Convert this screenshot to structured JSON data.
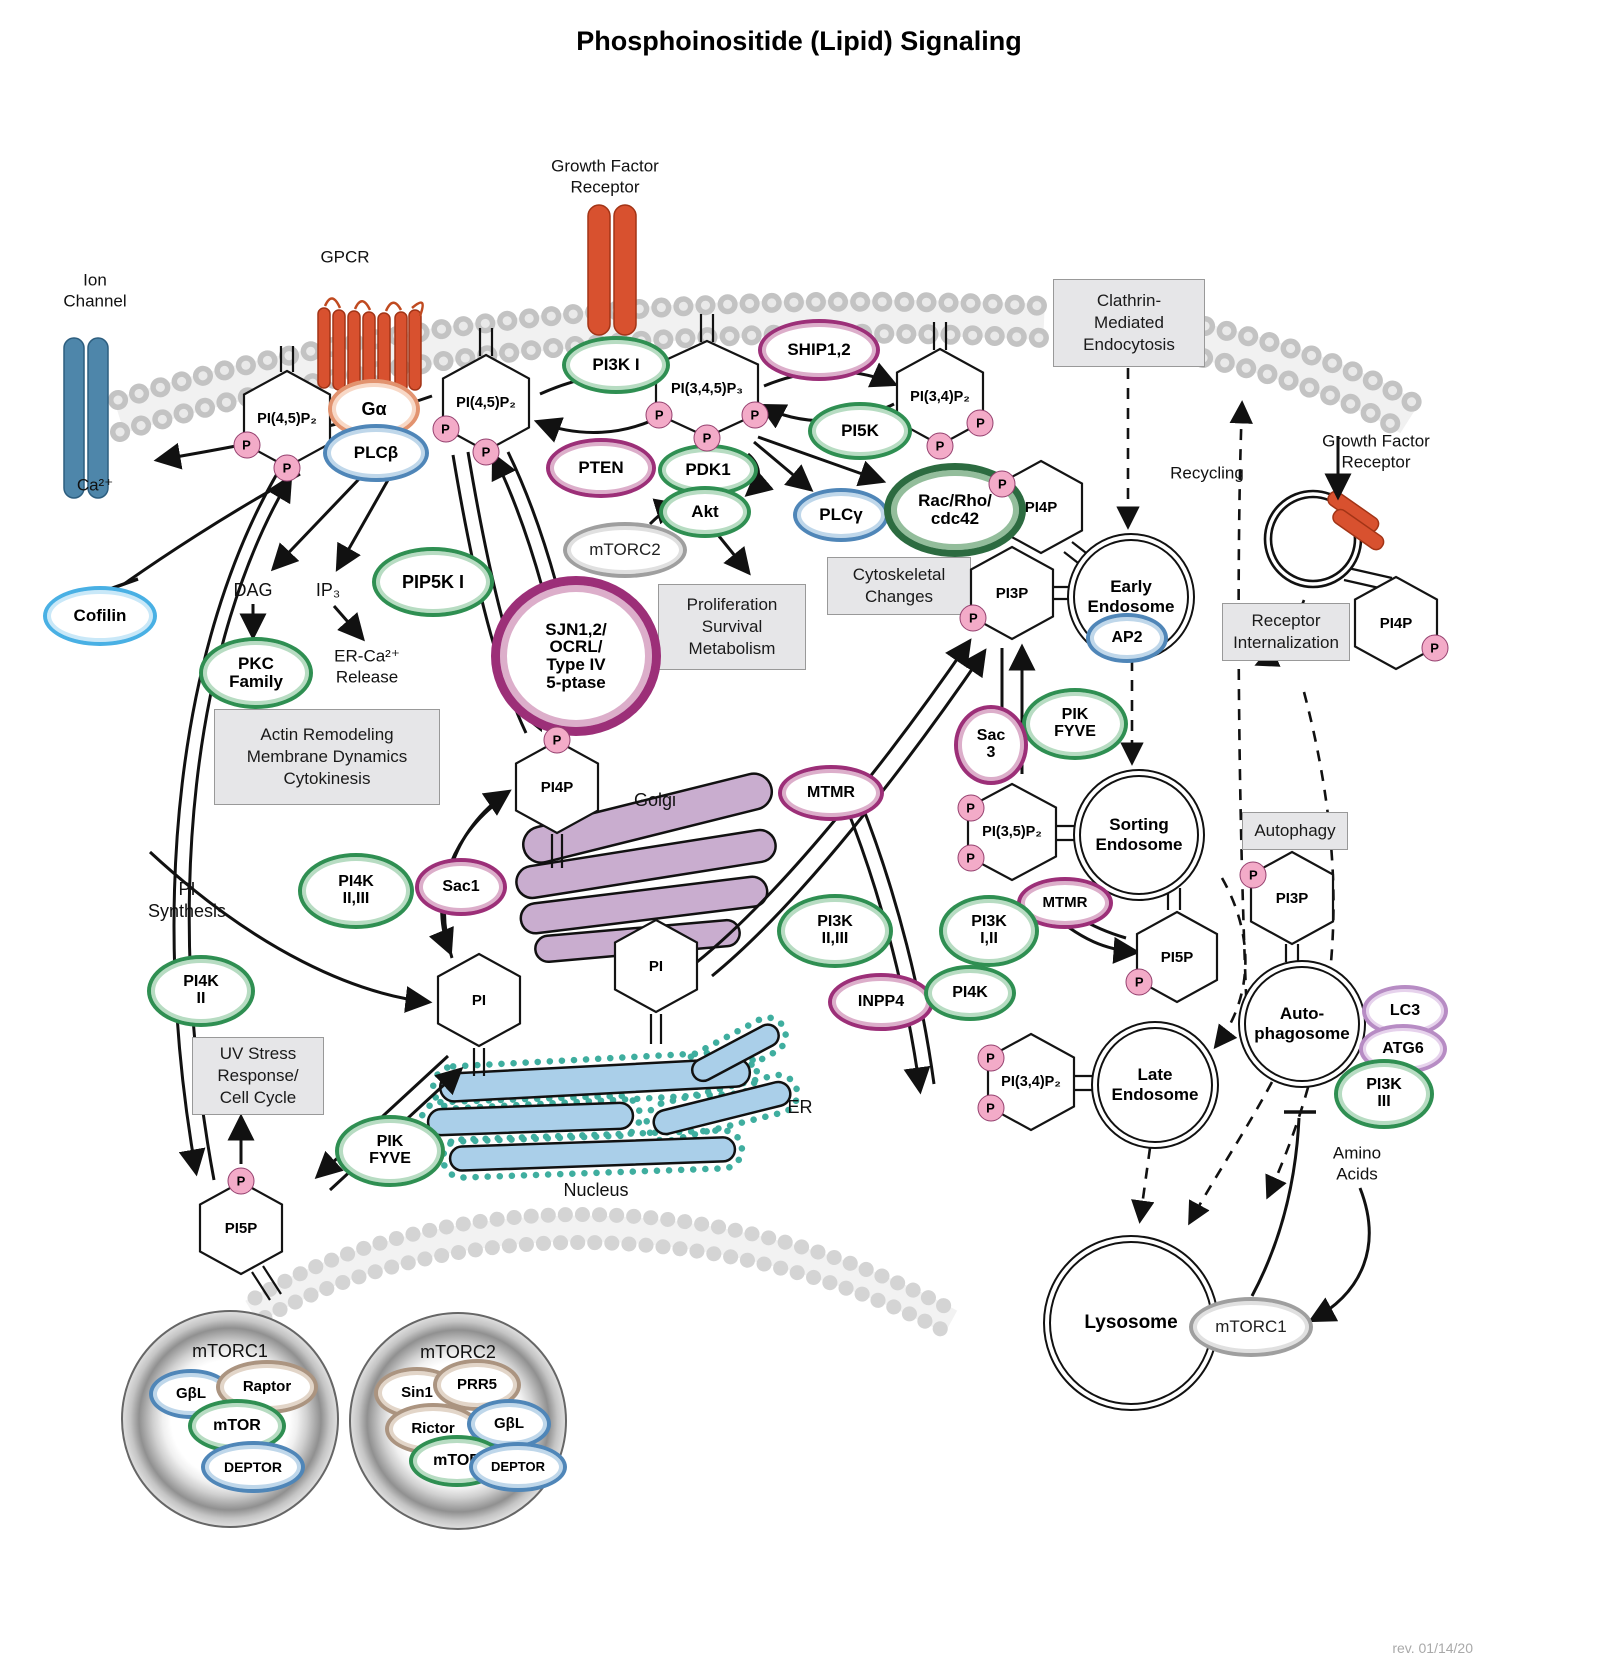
{
  "title": "Phosphoinositide (Lipid) Signaling",
  "revision": "rev. 01/14/20",
  "p_badge": "P",
  "colors": {
    "kinase_green": "#2f8f52",
    "phosphatase_magenta": "#9c2f78",
    "adaptor_blue": "#4f86b8",
    "cofilin_lightblue": "#49b0e4",
    "g_alpha_salmon": "#e2936f",
    "mtorc_gray": "#9f9f9f",
    "complex_tan": "#ab9480",
    "gtpase_darkgreen": "#2c6b40",
    "autophagy_lightpurple": "#b78cc4",
    "receptor_orange": "#d8512f",
    "ion_channel_blue": "#4e86aa",
    "membrane_gray": "#c3c3c3",
    "golgi_purple": "#c9adcf",
    "er_blue": "#aacfe9",
    "er_dots_teal": "#3fae9f",
    "p_badge_pink": "#f3abc8",
    "box_gray": "#e6e6e8"
  },
  "ellipses": {
    "pi3k_i": {
      "label": "PI3K I"
    },
    "ship": {
      "label": "SHIP1,2"
    },
    "pi5k": {
      "label": "PI5K"
    },
    "pten": {
      "label": "PTEN"
    },
    "pdk1": {
      "label": "PDK1"
    },
    "akt": {
      "label": "Akt"
    },
    "mtorc2e": {
      "label": "mTORC2"
    },
    "plcg": {
      "label": "PLCγ"
    },
    "rac": {
      "lines": [
        "Rac/Rho/",
        "cdc42"
      ]
    },
    "ga": {
      "label": "Gα"
    },
    "plcb": {
      "label": "PLCβ"
    },
    "cofilin": {
      "label": "Cofilin"
    },
    "pkc": {
      "lines": [
        "PKC",
        "Family"
      ]
    },
    "pip5k1": {
      "label": "PIP5K I"
    },
    "sjn": {
      "lines": [
        "SJN1,2/",
        "OCRL/",
        "Type IV",
        "5-ptase"
      ]
    },
    "ap2": {
      "label": "AP2"
    },
    "pikfyve1": {
      "lines": [
        "PIK",
        "FYVE"
      ]
    },
    "sac3": {
      "lines": [
        "Sac",
        "3"
      ]
    },
    "mtmr1": {
      "label": "MTMR"
    },
    "pi4k23": {
      "lines": [
        "PI4K",
        "II,III"
      ]
    },
    "sac1": {
      "label": "Sac1"
    },
    "pi4k2": {
      "lines": [
        "PI4K",
        "II"
      ]
    },
    "mtmr2": {
      "label": "MTMR"
    },
    "pi3k12": {
      "lines": [
        "PI3K",
        "I,II"
      ]
    },
    "pi3k23": {
      "lines": [
        "PI3K",
        "II,III"
      ]
    },
    "inpp4": {
      "label": "INPP4"
    },
    "pi4k": {
      "label": "PI4K"
    },
    "pikfyve2": {
      "lines": [
        "PIK",
        "FYVE"
      ]
    },
    "lc3": {
      "label": "LC3"
    },
    "atg6": {
      "label": "ATG6"
    },
    "pi3k3": {
      "lines": [
        "PI3K",
        "III"
      ]
    },
    "mtorc1e": {
      "label": "mTORC1"
    },
    "gbl1": {
      "label": "GβL"
    },
    "raptor": {
      "label": "Raptor"
    },
    "mtor1": {
      "label": "mTOR"
    },
    "deptor1": {
      "label": "DEPTOR"
    },
    "sin1": {
      "label": "Sin1"
    },
    "prr5": {
      "label": "PRR5"
    },
    "rictor": {
      "label": "Rictor"
    },
    "gbl2": {
      "label": "GβL"
    },
    "mtor2": {
      "label": "mTOR"
    },
    "deptor2": {
      "label": "DEPTOR"
    }
  },
  "boxes": {
    "clathrin": {
      "lines": [
        "Clathrin-",
        "Mediated",
        "Endocytosis"
      ]
    },
    "cytoskel": {
      "lines": [
        "Cytoskeletal",
        "Changes"
      ]
    },
    "prolif": {
      "lines": [
        "Proliferation",
        "Survival",
        "Metabolism"
      ]
    },
    "actin": {
      "lines": [
        "Actin Remodeling",
        "Membrane Dynamics",
        "Cytokinesis"
      ]
    },
    "recint": {
      "lines": [
        "Receptor",
        "Internalization"
      ]
    },
    "autophagy": {
      "lines": [
        "Autophagy"
      ]
    },
    "uv": {
      "lines": [
        "UV Stress",
        "Response/",
        "Cell Cycle"
      ]
    }
  },
  "hexagons": {
    "hex1": {
      "label": "PI(4,5)P₂"
    },
    "hex2": {
      "label": "PI(4,5)P₂"
    },
    "hex3": {
      "label": "PI(3,4,5)P₃"
    },
    "hex4": {
      "label": "PI(3,4)P₂"
    },
    "hex5": {
      "label": "PI4P"
    },
    "hex6": {
      "label": "PI4P"
    },
    "hex7": {
      "label": "PI3P"
    },
    "hex8": {
      "label": "PI(3,5)P₂"
    },
    "hex9": {
      "label": "PI5P"
    },
    "hex10": {
      "label": "PI(3,4)P₂"
    },
    "hex11": {
      "label": "PI3P"
    },
    "hex12": {
      "label": "PI4P"
    },
    "hex13": {
      "label": "PI"
    },
    "hex14": {
      "label": "PI"
    },
    "hex15": {
      "label": "PI5P"
    }
  },
  "organelles": {
    "early": {
      "lines": [
        "Early",
        "Endosome"
      ]
    },
    "sorting": {
      "lines": [
        "Sorting",
        "Endosome"
      ]
    },
    "late": {
      "lines": [
        "Late",
        "Endosome"
      ]
    },
    "autoph": {
      "lines": [
        "Auto-",
        "phagosome"
      ]
    },
    "lysosome": {
      "lines": [
        "Lysosome"
      ]
    }
  },
  "labels": {
    "ion": {
      "lines": [
        "Ion",
        "Channel"
      ]
    },
    "ca": {
      "lines": [
        "Ca²⁺"
      ]
    },
    "gpcr": {
      "lines": [
        "GPCR"
      ]
    },
    "gfr": {
      "lines": [
        "Growth Factor",
        "Receptor"
      ]
    },
    "dag": {
      "lines": [
        "DAG"
      ]
    },
    "ip3": {
      "lines": [
        "IP₃"
      ]
    },
    "erca": {
      "lines": [
        "ER-Ca²⁺",
        "Release"
      ]
    },
    "recycling": {
      "lines": [
        "Recycling"
      ]
    },
    "gfr2": {
      "lines": [
        "Growth Factor",
        "Receptor"
      ]
    },
    "golgi": {
      "lines": [
        "Golgi"
      ]
    },
    "pisyn": {
      "lines": [
        "PI",
        "Synthesis"
      ]
    },
    "er": {
      "lines": [
        "ER"
      ]
    },
    "nucleus": {
      "lines": [
        "Nucleus"
      ]
    },
    "amino": {
      "lines": [
        "Amino",
        "Acids"
      ]
    },
    "mtorc1_c": {
      "lines": [
        "mTORC1"
      ]
    },
    "mtorc2_c": {
      "lines": [
        "mTORC2"
      ]
    }
  }
}
